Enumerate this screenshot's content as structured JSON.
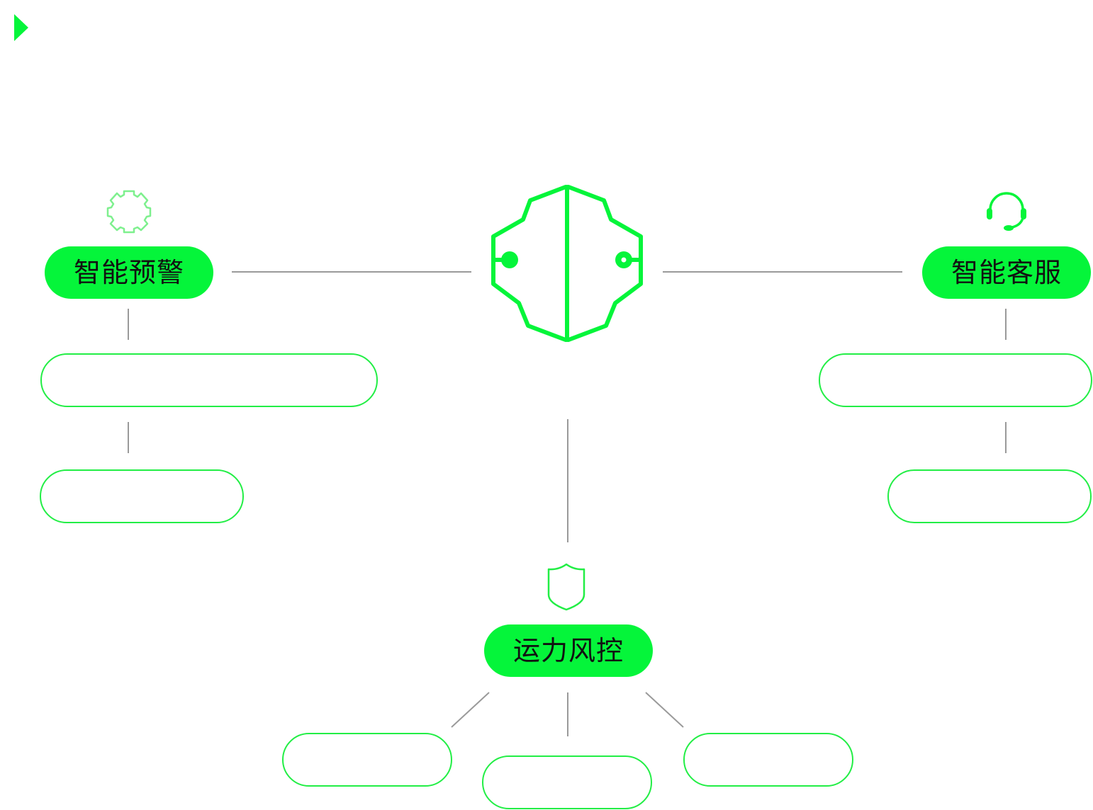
{
  "colors": {
    "accent": "#05f53a",
    "outline": "#22ee45",
    "connector": "#9a9a9a",
    "label_text": "#111111"
  },
  "icons": {
    "corner": "play-triangle-icon",
    "center": "brain-chip-icon",
    "left": "gear-icon",
    "right": "headset-icon",
    "bottom": "shield-icon"
  },
  "nodes": {
    "left": {
      "label": "智能预警"
    },
    "right": {
      "label": "智能客服"
    },
    "bottom": {
      "label": "运力风控"
    }
  },
  "sub_nodes": {
    "left": [
      "",
      ""
    ],
    "right": [
      "",
      ""
    ],
    "bottom": [
      "",
      "",
      ""
    ]
  }
}
